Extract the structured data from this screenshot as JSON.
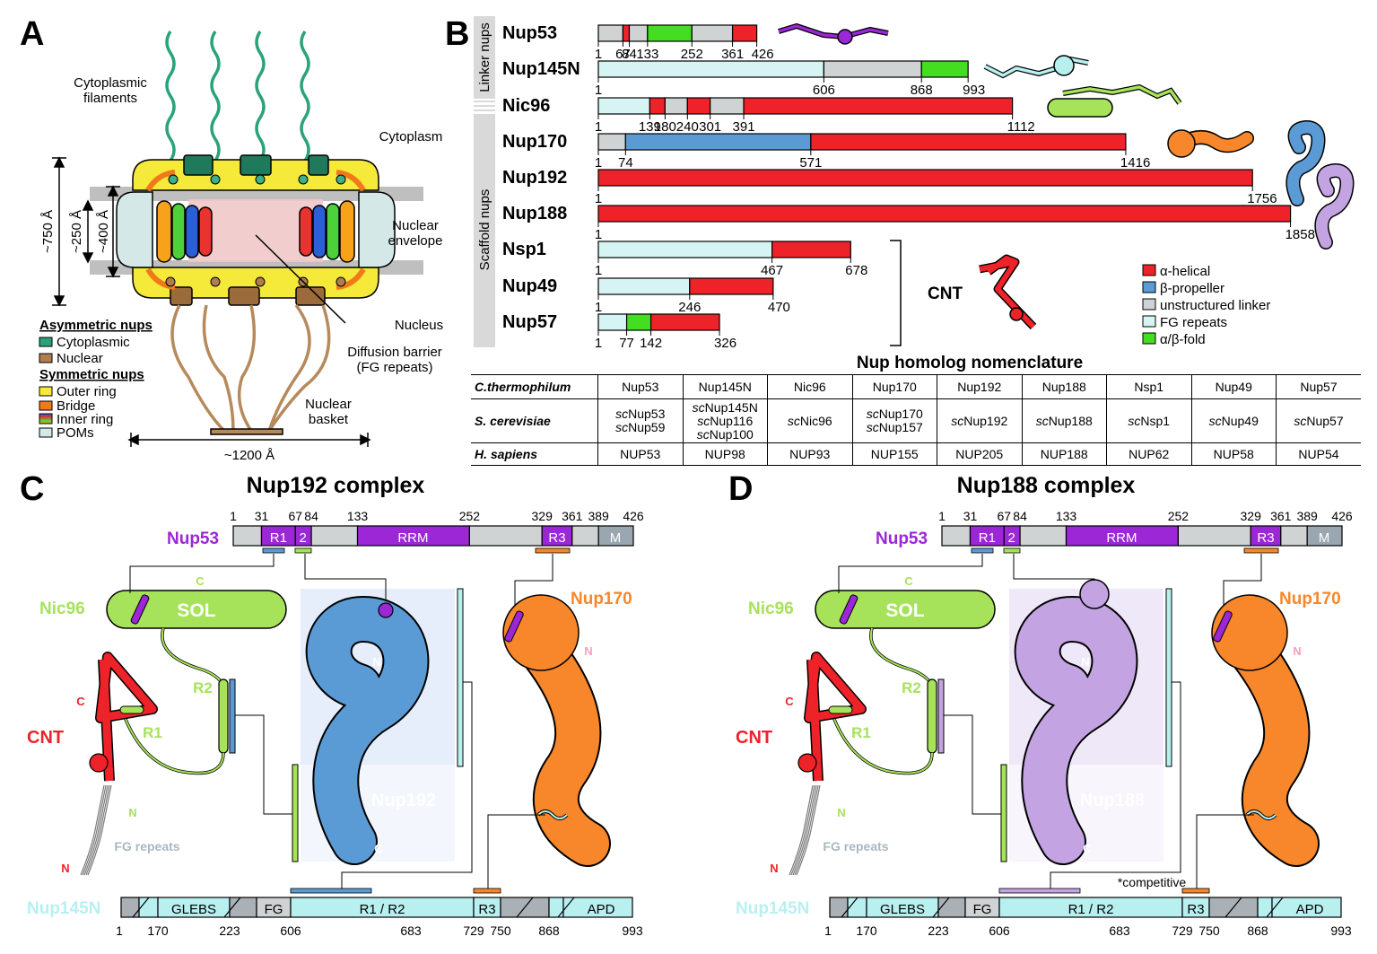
{
  "panels": {
    "A": "A",
    "B": "B",
    "C": "C",
    "D": "D"
  },
  "panel_a": {
    "cytoplasmic_filaments": [
      "Cytoplasmic",
      "filaments"
    ],
    "cytoplasm": "Cytoplasm",
    "nuclear_envelope": [
      "Nuclear",
      "envelope"
    ],
    "nucleus": "Nucleus",
    "diffusion_barrier": [
      "Diffusion barrier",
      "(FG repeats)"
    ],
    "nuclear_basket": [
      "Nuclear",
      "basket"
    ],
    "dim_750": "~750 Å",
    "dim_250": "~250 Å",
    "dim_400": "~400 Å",
    "dim_1200": "~1200 Å",
    "legend": {
      "asym_title": "Asymmetric nups",
      "sym_title": "Symmetric nups",
      "items": [
        {
          "label": "Cytoplasmic",
          "color": "#2aa27a"
        },
        {
          "label": "Nuclear",
          "color": "#b07d4f"
        },
        {
          "label": "Outer ring",
          "color": "#f5e93a"
        },
        {
          "label": "Bridge",
          "color": "#f07a1a"
        },
        {
          "label": "Inner ring",
          "color": "multicolor"
        },
        {
          "label": "POMs",
          "color": "#d5e8e8"
        }
      ]
    }
  },
  "panel_b": {
    "group_linker": "Linker nups",
    "group_scaffold": "Scaffold nups",
    "cnt_label": "CNT",
    "proteins": [
      {
        "name": "Nup53",
        "length": 426,
        "ticks": [
          "1",
          "67",
          "84",
          "133",
          "252",
          "361",
          "426"
        ]
      },
      {
        "name": "Nup145N",
        "length": 993,
        "ticks": [
          "1",
          "606",
          "868",
          "993"
        ]
      },
      {
        "name": "Nic96",
        "length": 1112,
        "ticks": [
          "1",
          "139",
          "180",
          "240",
          "301",
          "391",
          "1112"
        ]
      },
      {
        "name": "Nup170",
        "length": 1416,
        "ticks": [
          "1",
          "74",
          "571",
          "1416"
        ]
      },
      {
        "name": "Nup192",
        "length": 1756,
        "ticks": [
          "1",
          "1756"
        ]
      },
      {
        "name": "Nup188",
        "length": 1858,
        "ticks": [
          "1",
          "1858"
        ]
      },
      {
        "name": "Nsp1",
        "length": 678,
        "ticks": [
          "1",
          "467",
          "678"
        ]
      },
      {
        "name": "Nup49",
        "length": 470,
        "ticks": [
          "1",
          "246",
          "470"
        ]
      },
      {
        "name": "Nup57",
        "length": 326,
        "ticks": [
          "1",
          "77",
          "142",
          "326"
        ]
      }
    ],
    "legend": [
      {
        "label": "α-helical",
        "color": "#ee2229"
      },
      {
        "label": "β-propeller",
        "color": "#5b9bd5"
      },
      {
        "label": "unstructured linker",
        "color": "#cfd3d3"
      },
      {
        "label": "FG repeats",
        "color": "#d6f4f4"
      },
      {
        "label": "α/β-fold",
        "color": "#44dd22"
      }
    ]
  },
  "homolog_table": {
    "title": "Nup homolog nomenclature",
    "rows": [
      {
        "species": "C.thermophilum",
        "cells": [
          [
            "Nup53"
          ],
          [
            "Nup145N"
          ],
          [
            "Nic96"
          ],
          [
            "Nup170"
          ],
          [
            "Nup192"
          ],
          [
            "Nup188"
          ],
          [
            "Nsp1"
          ],
          [
            "Nup49"
          ],
          [
            "Nup57"
          ]
        ]
      },
      {
        "species": "S. cerevisiae",
        "cells": [
          [
            "scNup53",
            "scNup59"
          ],
          [
            "scNup145N",
            "scNup116",
            "scNup100"
          ],
          [
            "scNic96"
          ],
          [
            "scNup170",
            "scNup157"
          ],
          [
            "scNup192"
          ],
          [
            "scNup188"
          ],
          [
            "scNsp1"
          ],
          [
            "scNup49"
          ],
          [
            "scNup57"
          ]
        ]
      },
      {
        "species": "H. sapiens",
        "cells": [
          [
            "NUP53"
          ],
          [
            "NUP98"
          ],
          [
            "NUP93"
          ],
          [
            "NUP155"
          ],
          [
            "NUP205"
          ],
          [
            "NUP188"
          ],
          [
            "NUP62"
          ],
          [
            "NUP58"
          ],
          [
            "NUP54"
          ]
        ]
      }
    ]
  },
  "panel_c": {
    "title": "Nup192 complex",
    "scaffold": "Nup192"
  },
  "panel_d": {
    "title": "Nup188 complex",
    "scaffold": "Nup188",
    "competitive": "*competitive"
  },
  "complex_common": {
    "nup53": "Nup53",
    "nup53_ticks": [
      "1",
      "31",
      "67",
      "84",
      "133",
      "252",
      "329",
      "361",
      "389",
      "426"
    ],
    "nup53_domains": [
      "R1",
      "2",
      "RRM",
      "R3",
      "M"
    ],
    "nic96": "Nic96",
    "sol": "SOL",
    "nup170": "Nup170",
    "cnt": "CNT",
    "r1": "R1",
    "r2": "R2",
    "fg": "FG repeats",
    "n": "N",
    "c": "C",
    "nup145n": "Nup145N",
    "nup145n_domains": [
      "GLEBS",
      "FG",
      "R1 / R2",
      "R3",
      "APD"
    ],
    "nup145n_ticks": [
      "1",
      "170",
      "223",
      "606",
      "683",
      "729",
      "750",
      "868",
      "993"
    ]
  },
  "colors": {
    "helix": "#ee2229",
    "beta": "#5b9bd5",
    "linker": "#cfd3d3",
    "fg": "#d6f4f4",
    "ab": "#44dd22",
    "purple": "#9b27d6",
    "nic96": "#a6e35a",
    "nup170": "#f7872a",
    "nup192": "#5b9bd5",
    "nup188": "#c3a3e2",
    "nup145n": "#b8f0f0"
  }
}
